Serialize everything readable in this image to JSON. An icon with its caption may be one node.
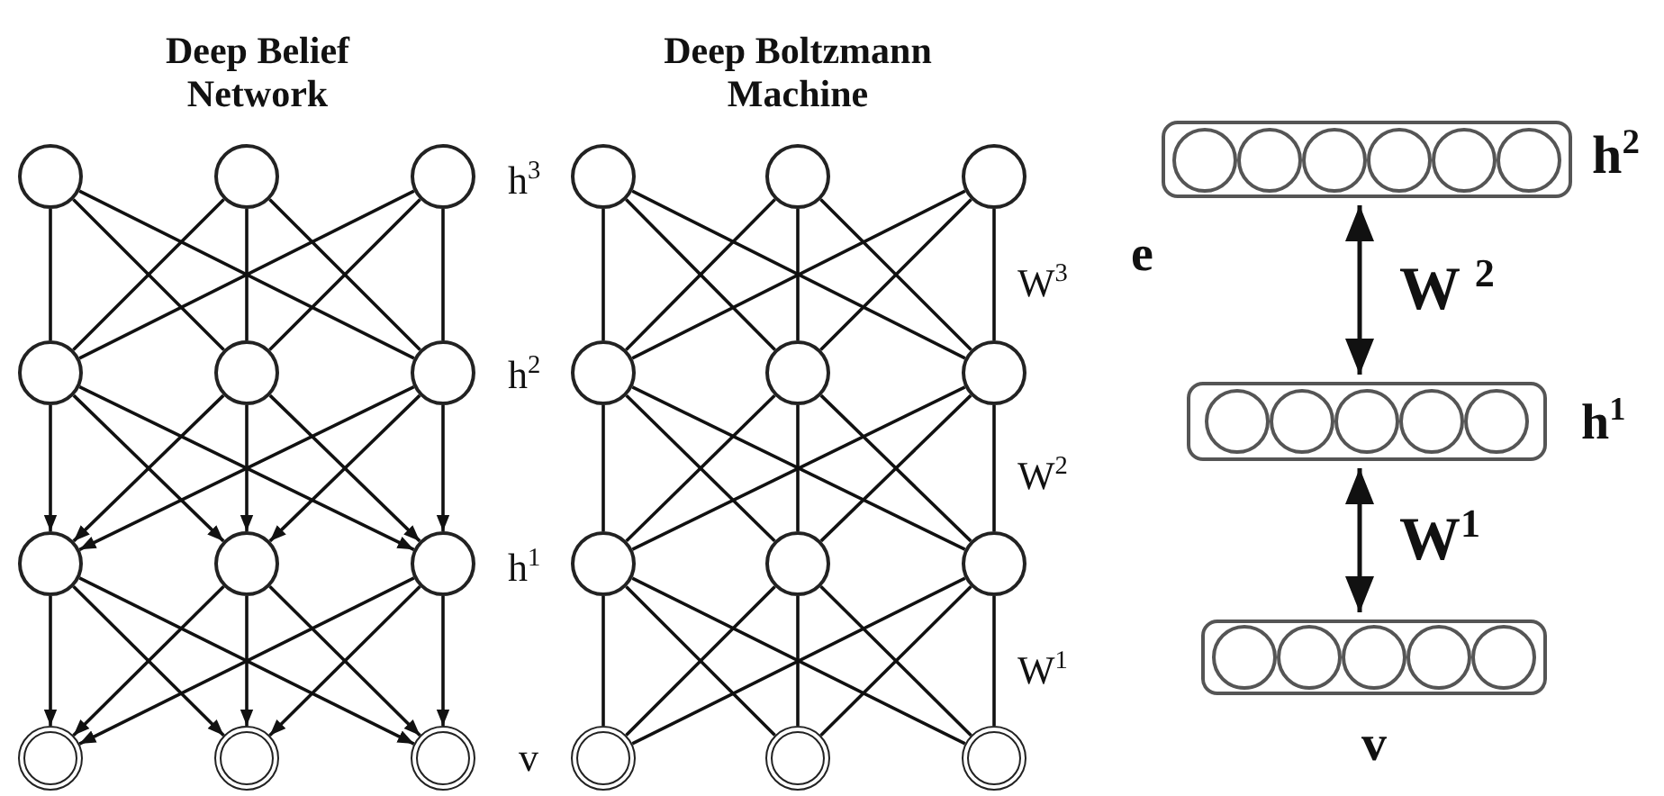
{
  "diagram": {
    "nodes": [
      {
        "text": [],
        "shape": "circle"
      },
      {
        "text": [],
        "shape": "circle"
      },
      {
        "text": [],
        "shape": "circle"
      },
      {
        "text": [],
        "shape": "circle"
      },
      {
        "text": [],
        "shape": "circle"
      },
      {
        "text": [],
        "shape": "circle"
      },
      {
        "text": [],
        "shape": "circle"
      },
      {
        "text": [],
        "shape": "circle"
      },
      {
        "text": [],
        "shape": "circle"
      },
      {
        "text": [],
        "shape": "circle"
      },
      {
        "text": [],
        "shape": "circle"
      },
      {
        "text": [],
        "shape": "circle"
      },
      {
        "text": [],
        "shape": "circle"
      },
      {
        "text": [],
        "shape": "circle"
      },
      {
        "text": [],
        "shape": "circle"
      },
      {
        "text": [],
        "shape": "circle"
      },
      {
        "text": [],
        "shape": "circle"
      },
      {
        "text": [],
        "shape": "circle"
      },
      {
        "text": [],
        "shape": "circle"
      },
      {
        "text": [],
        "shape": "circle"
      },
      {
        "text": [],
        "shape": "circle"
      },
      {
        "text": [],
        "shape": "circle"
      },
      {
        "text": [],
        "shape": "circle"
      },
      {
        "text": [],
        "shape": "circle"
      },
      {
        "text": [],
        "shape": "box",
        "beside": [
          "h$^{2}$"
        ]
      },
      {
        "text": [],
        "shape": "circle",
        "in": 24
      },
      {
        "text": [],
        "shape": "circle",
        "in": 24
      },
      {
        "text": [],
        "shape": "circle",
        "in": 24
      },
      {
        "text": [],
        "shape": "circle",
        "in": 24
      },
      {
        "text": [],
        "shape": "circle",
        "in": 24
      },
      {
        "text": [],
        "shape": "circle",
        "in": 24
      },
      {
        "text": [],
        "shape": "box",
        "beside": [
          "h$^{1}$"
        ]
      },
      {
        "text": [],
        "shape": "circle",
        "in": 31
      },
      {
        "text": [],
        "shape": "circle",
        "in": 31
      },
      {
        "text": [],
        "shape": "circle",
        "in": 31
      },
      {
        "text": [],
        "shape": "circle",
        "in": 31
      },
      {
        "text": [],
        "shape": "circle",
        "in": 31
      },
      {
        "text": [],
        "shape": "box",
        "beside": [
          "v"
        ]
      },
      {
        "text": [],
        "shape": "circle",
        "in": 37
      },
      {
        "text": [],
        "shape": "circle",
        "in": 37
      },
      {
        "text": [],
        "shape": "circle",
        "in": 37
      },
      {
        "text": [],
        "shape": "circle",
        "in": 37
      },
      {
        "text": [],
        "shape": "circle",
        "in": 37
      }
    ],
    "edges": [
      {
        "from": 0,
        "to": 3,
        "arrow": "none"
      },
      {
        "from": 0,
        "to": 4,
        "arrow": "none"
      },
      {
        "from": 0,
        "to": 5,
        "arrow": "none"
      },
      {
        "from": 1,
        "to": 3,
        "arrow": "none"
      },
      {
        "from": 1,
        "to": 4,
        "arrow": "none"
      },
      {
        "from": 1,
        "to": 5,
        "arrow": "none"
      },
      {
        "from": 2,
        "to": 3,
        "arrow": "none"
      },
      {
        "from": 2,
        "to": 4,
        "arrow": "none"
      },
      {
        "from": 2,
        "to": 5,
        "arrow": "none"
      },
      {
        "from": 3,
        "to": 6,
        "arrow": "to"
      },
      {
        "from": 3,
        "to": 7,
        "arrow": "to"
      },
      {
        "from": 3,
        "to": 8,
        "arrow": "to"
      },
      {
        "from": 4,
        "to": 6,
        "arrow": "to"
      },
      {
        "from": 4,
        "to": 7,
        "arrow": "to"
      },
      {
        "from": 4,
        "to": 8,
        "arrow": "to"
      },
      {
        "from": 5,
        "to": 6,
        "arrow": "to"
      },
      {
        "from": 5,
        "to": 7,
        "arrow": "to"
      },
      {
        "from": 5,
        "to": 8,
        "arrow": "to"
      },
      {
        "from": 6,
        "to": 9,
        "arrow": "to"
      },
      {
        "from": 6,
        "to": 10,
        "arrow": "to"
      },
      {
        "from": 6,
        "to": 11,
        "arrow": "to"
      },
      {
        "from": 7,
        "to": 9,
        "arrow": "to"
      },
      {
        "from": 7,
        "to": 10,
        "arrow": "to"
      },
      {
        "from": 7,
        "to": 11,
        "arrow": "to"
      },
      {
        "from": 8,
        "to": 9,
        "arrow": "to"
      },
      {
        "from": 8,
        "to": 10,
        "arrow": "to"
      },
      {
        "from": 8,
        "to": 11,
        "arrow": "to"
      },
      {
        "from": 12,
        "to": 15,
        "arrow": "none"
      },
      {
        "from": 12,
        "to": 16,
        "arrow": "none"
      },
      {
        "from": 12,
        "to": 17,
        "arrow": "none"
      },
      {
        "from": 13,
        "to": 15,
        "arrow": "none"
      },
      {
        "from": 13,
        "to": 16,
        "arrow": "none"
      },
      {
        "from": 13,
        "to": 17,
        "arrow": "none"
      },
      {
        "from": 14,
        "to": 15,
        "arrow": "none"
      },
      {
        "from": 14,
        "to": 16,
        "arrow": "none"
      },
      {
        "from": 14,
        "to": 17,
        "arrow": "none"
      },
      {
        "from": 15,
        "to": 18,
        "arrow": "none"
      },
      {
        "from": 15,
        "to": 19,
        "arrow": "none"
      },
      {
        "from": 15,
        "to": 20,
        "arrow": "none"
      },
      {
        "from": 16,
        "to": 18,
        "arrow": "none"
      },
      {
        "from": 16,
        "to": 19,
        "arrow": "none"
      },
      {
        "from": 16,
        "to": 20,
        "arrow": "none"
      },
      {
        "from": 17,
        "to": 18,
        "arrow": "none"
      },
      {
        "from": 17,
        "to": 19,
        "arrow": "none"
      },
      {
        "from": 17,
        "to": 20,
        "arrow": "none"
      },
      {
        "from": 18,
        "to": 21,
        "arrow": "none"
      },
      {
        "from": 18,
        "to": 22,
        "arrow": "none"
      },
      {
        "from": 18,
        "to": 23,
        "arrow": "none"
      },
      {
        "from": 19,
        "to": 21,
        "arrow": "none"
      },
      {
        "from": 19,
        "to": 22,
        "arrow": "none"
      },
      {
        "from": 19,
        "to": 23,
        "arrow": "none"
      },
      {
        "from": 20,
        "to": 21,
        "arrow": "none"
      },
      {
        "from": 20,
        "to": 22,
        "arrow": "none"
      },
      {
        "from": 20,
        "to": 23,
        "arrow": "none"
      },
      {
        "from": 31,
        "to": 24,
        "arrow": "both",
        "label": "W $^{2}$"
      },
      {
        "from": 37,
        "to": 31,
        "arrow": "both",
        "label": "W$^{1}$"
      }
    ],
    "labels": [
      "Deep Belief Network",
      "Deep Boltzmann Machine",
      "h$^{3}$",
      "h$^{2}$",
      "h$^{1}$",
      "v",
      "W$^{3}$",
      "W$^{2}$",
      "W$^{1}$",
      "e"
    ]
  }
}
